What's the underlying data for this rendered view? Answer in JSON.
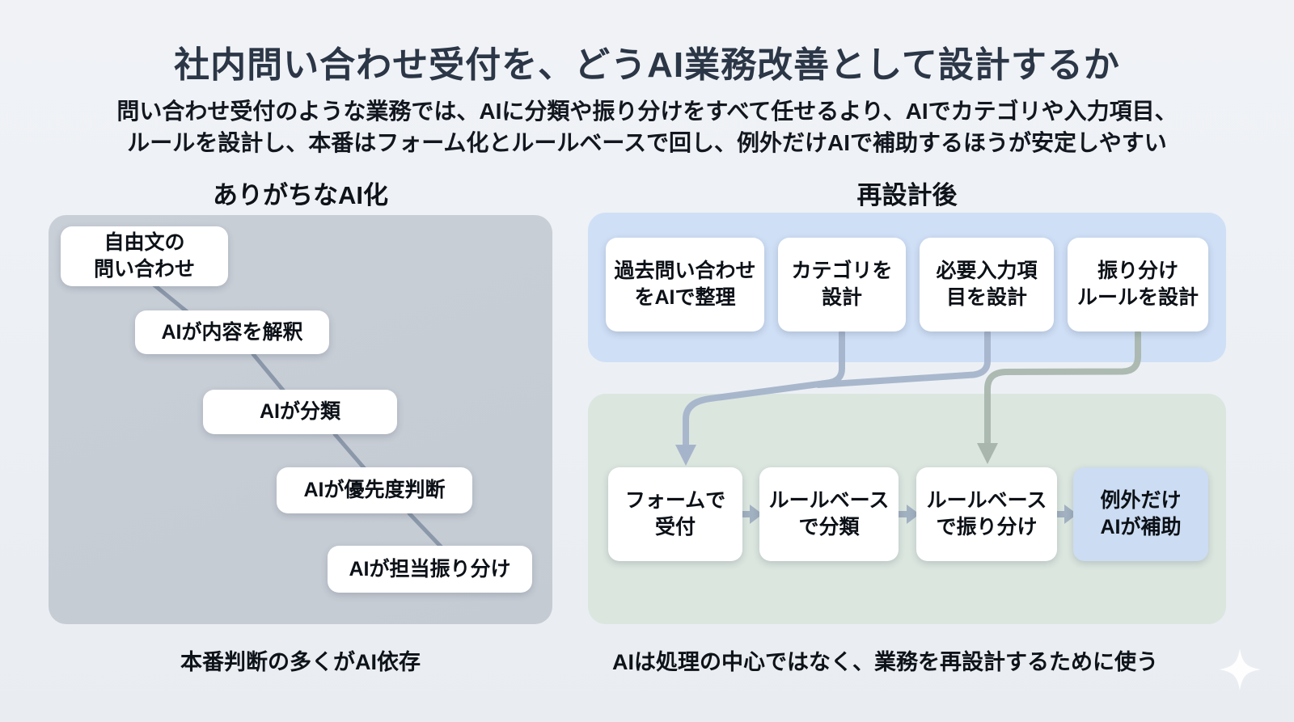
{
  "title": "社内問い合わせ受付を、どうAI業務改善として設計するか",
  "subtitle": {
    "line1": "問い合わせ受付のような業務では、AIに分類や振り分けをすべて任せるより、AIでカテゴリや入力項目、",
    "line2": "ルールを設計し、本番はフォーム化とルールベースで回し、例外だけAIで補助するほうが安定しやすい"
  },
  "left_section": {
    "header": "ありがちなAI化",
    "caption": "本番判断の多くがAI依存",
    "boxes": [
      {
        "line1": "自由文の",
        "line2": "問い合わせ"
      },
      {
        "line1": "AIが内容を解釈"
      },
      {
        "line1": "AIが分類"
      },
      {
        "line1": "AIが優先度判断"
      },
      {
        "line1": "AIが担当振り分け"
      }
    ]
  },
  "right_section": {
    "header": "再設計後",
    "caption": "AIは処理の中心ではなく、業務を再設計するために使う",
    "design_boxes": [
      {
        "line1": "過去問い合わせ",
        "line2": "をAIで整理"
      },
      {
        "line1": "カテゴリを",
        "line2": "設計"
      },
      {
        "line1": "必要入力項",
        "line2": "目を設計"
      },
      {
        "line1": "振り分け",
        "line2": "ルールを設計"
      }
    ],
    "ops_boxes": [
      {
        "line1": "フォームで",
        "line2": "受付"
      },
      {
        "line1": "ルールベース",
        "line2": "で分類"
      },
      {
        "line1": "ルールベース",
        "line2": "で振り分け"
      },
      {
        "line1": "例外だけ",
        "line2": "AIが補助",
        "highlight": "true"
      }
    ]
  },
  "icons": {
    "sparkle": "sparkle-icon"
  },
  "colors": {
    "background": "#edf0f4",
    "title_text": "#2b3646",
    "body_text": "#10151c",
    "left_panel": "#c7cdd5",
    "blue_panel": "#cfdff6",
    "green_panel": "#dbe6df",
    "highlight_box": "#ccdcf2",
    "white_box": "#ffffff",
    "cascade_line": "#8593a6",
    "blue_arrow": "#a6b4cb",
    "green_arrow": "#a9b6ae",
    "flow_arrow": "#9fafc0"
  }
}
